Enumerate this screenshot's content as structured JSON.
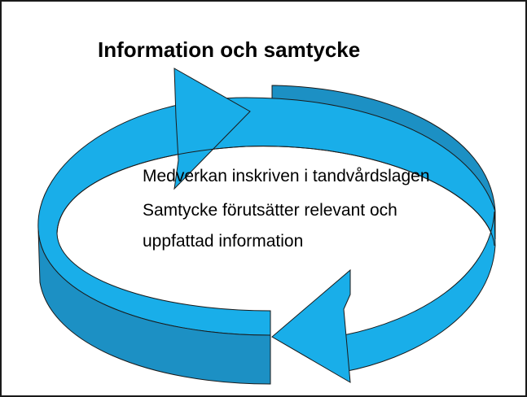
{
  "slide": {
    "title": "Information och samtycke",
    "bullets": [
      "Medverkan inskriven i tandvårdslagen",
      "Samtycke förutsätter relevant och uppfattad information"
    ]
  },
  "colors": {
    "ring_face": "#19aee9",
    "ring_side": "#1c90c4",
    "ring_side_dark": "#167aa8",
    "outline": "#1a1a1a",
    "background": "#ffffff"
  }
}
